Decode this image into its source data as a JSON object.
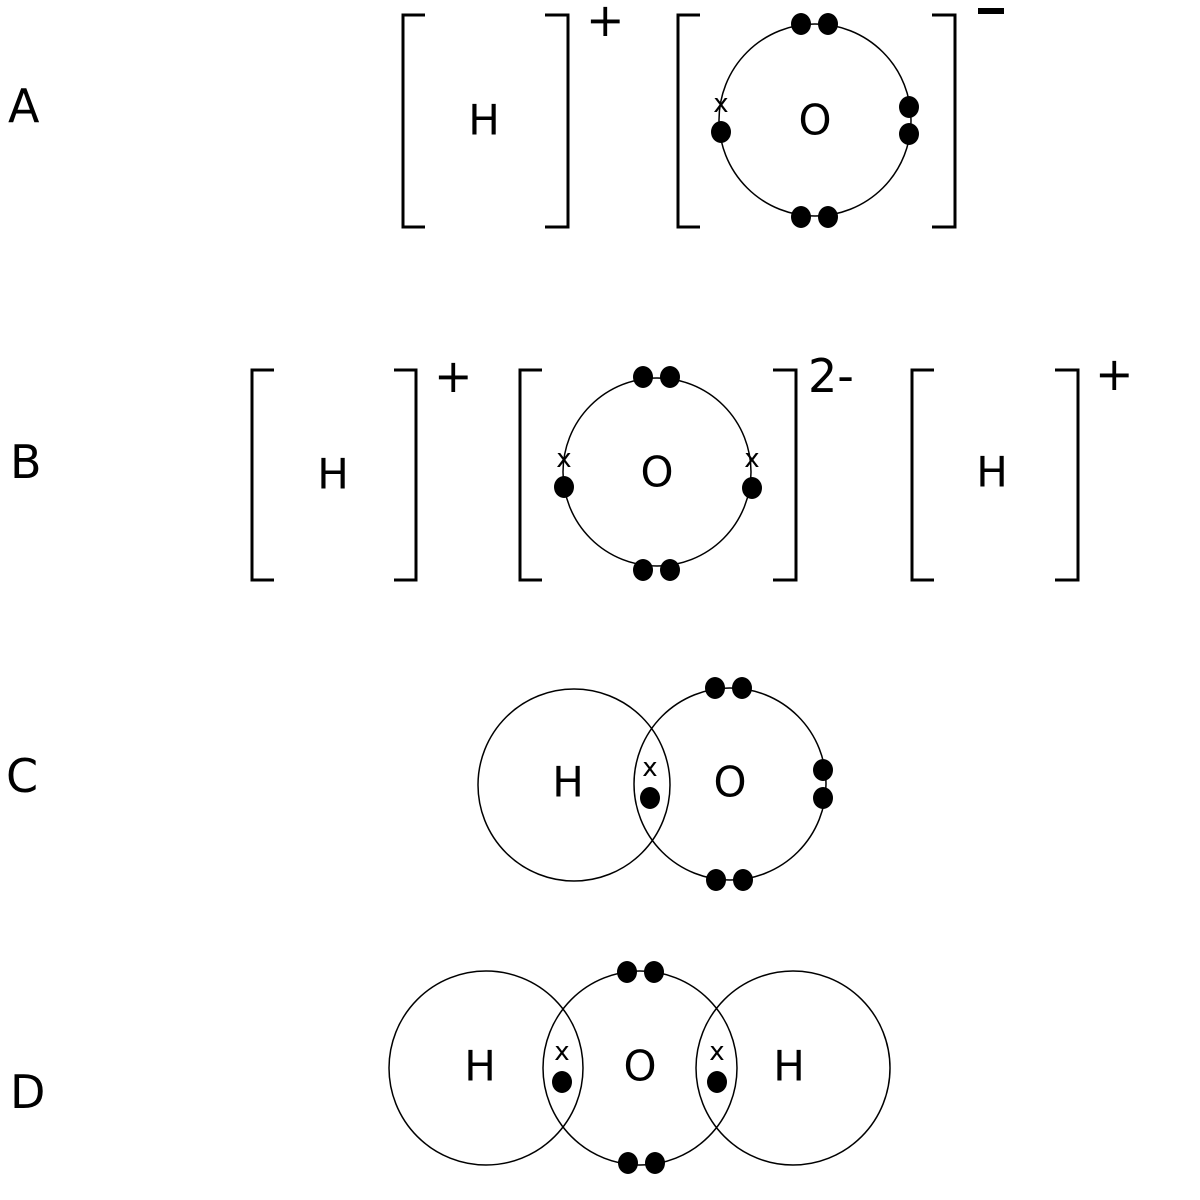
{
  "colors": {
    "ink": "#000000",
    "background": "#ffffff"
  },
  "options": [
    {
      "label": "A",
      "species": [
        {
          "symbol": "H",
          "charge": "+"
        },
        {
          "symbol": "O",
          "charge": "-"
        }
      ]
    },
    {
      "label": "B",
      "species": [
        {
          "symbol": "H",
          "charge": "+"
        },
        {
          "symbol": "O",
          "charge": "2-"
        },
        {
          "symbol": "H",
          "charge": "+"
        }
      ]
    },
    {
      "label": "C",
      "species": [
        {
          "symbol": "H"
        },
        {
          "symbol": "O"
        }
      ]
    },
    {
      "label": "D",
      "species": [
        {
          "symbol": "H"
        },
        {
          "symbol": "O"
        },
        {
          "symbol": "H"
        }
      ]
    }
  ],
  "electron_marks": {
    "cross": "x"
  }
}
